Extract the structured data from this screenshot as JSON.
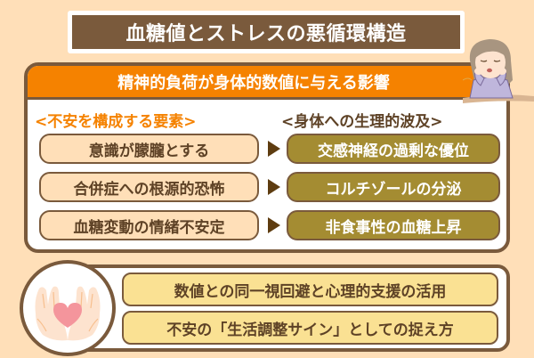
{
  "title": "血糖値とストレスの悪循環構造",
  "panel": {
    "header": "精神的負荷が身体的数値に与える影響",
    "left_heading": "<不安を構成する要素>",
    "right_heading": "<身体への生理的波及>",
    "left_items": [
      {
        "label": "意識が朦朧とする"
      },
      {
        "label": "合併症への根源的恐怖"
      },
      {
        "label": "血糖変動の情緒不安定"
      }
    ],
    "right_items": [
      {
        "label": "交感神経の過剰な優位"
      },
      {
        "label": "コルチゾールの分泌"
      },
      {
        "label": "非食事性の血糖上昇"
      }
    ]
  },
  "support": {
    "items": [
      {
        "label": "数値との同一視回避と心理的支援の活用"
      },
      {
        "label": "不安の「生活調整サイン」としての捉え方"
      }
    ]
  },
  "icons": {
    "character": "worried-woman-illustration",
    "hands": "hands-holding-heart-icon"
  },
  "colors": {
    "background": "#ffdfb8",
    "brown": "#7a5a3c",
    "orange": "#f58200",
    "olive": "#a48c32",
    "yellow": "#fae193",
    "heart": "#f4959c"
  }
}
